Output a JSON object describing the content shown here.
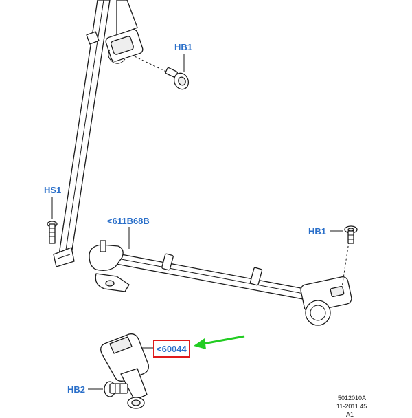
{
  "callouts": {
    "hb1_top": "HB1",
    "hs1": "HS1",
    "part_611b68b": "<611B68B",
    "hb1_right": "HB1",
    "part_60044": "<60044",
    "hb2": "HB2"
  },
  "highlight_color": "#e01b1b",
  "arrow_color": "#22cc22",
  "callout_color": "#2a6fc9",
  "footer": {
    "line1": "5012010A",
    "line2": "11-2011 45",
    "line3": "A1"
  }
}
